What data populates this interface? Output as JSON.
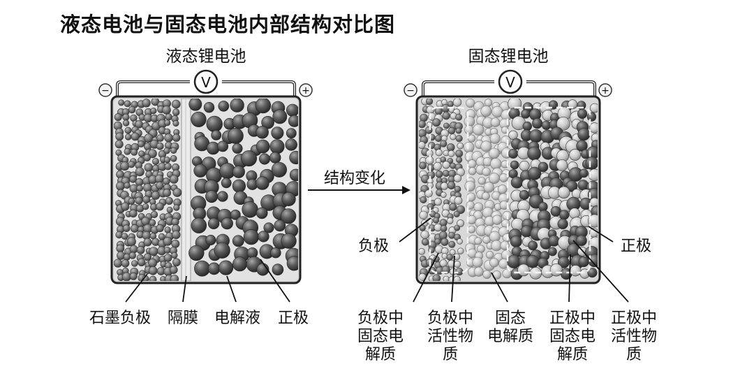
{
  "title": "液态电池与固态电池内部结构对比图",
  "liquid": {
    "heading": "液态锂电池",
    "voltmeter": "V",
    "minus": "−",
    "plus": "+",
    "labels": [
      "石墨负极",
      "隔膜",
      "电解液",
      "正极"
    ]
  },
  "arrow_label": "结构变化",
  "solid": {
    "heading": "固态锂电池",
    "voltmeter": "V",
    "minus": "−",
    "plus": "+",
    "side_left": "负极",
    "side_right": "正极",
    "bottom_labels": [
      [
        "负极中",
        "固态电",
        "解质"
      ],
      [
        "负极中",
        "活性物",
        "质"
      ],
      [
        "固态",
        "电解质"
      ],
      [
        "正极中",
        "固态电",
        "解质"
      ],
      [
        "正极中",
        "活性物",
        "质"
      ]
    ]
  }
}
